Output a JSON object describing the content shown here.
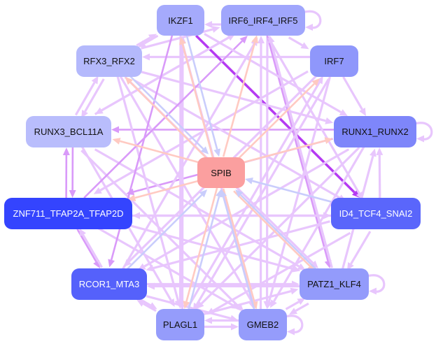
{
  "nodes": {
    "IKZF1": {
      "label": "IKZF1",
      "color": "#a5aafc"
    },
    "IRF6": {
      "label": "IRF6_IRF4_IRF5",
      "color": "#a0a6fc"
    },
    "RFX3": {
      "label": "RFX3_RFX2",
      "color": "#b4b9fc"
    },
    "IRF7": {
      "label": "IRF7",
      "color": "#8f97fb"
    },
    "RUNX3": {
      "label": "RUNX3_BCL11A",
      "color": "#b9bdfc"
    },
    "RUNX1": {
      "label": "RUNX1_RUNX2",
      "color": "#7e86fa"
    },
    "SPIB": {
      "label": "SPIB",
      "color": "#fb9f9f"
    },
    "ZNF711": {
      "label": "ZNF711_TFAP2A_TFAP2D",
      "color": "#3444fe"
    },
    "ID4": {
      "label": "ID4_TCF4_SNAI2",
      "color": "#5a66fb"
    },
    "RCOR1": {
      "label": "RCOR1_MTA3",
      "color": "#5561fb"
    },
    "PATZ1": {
      "label": "PATZ1_KLF4",
      "color": "#939bfb"
    },
    "PLAGL1": {
      "label": "PLAGL1",
      "color": "#959cfb"
    },
    "GMEB2": {
      "label": "GMEB2",
      "color": "#959cfb"
    }
  },
  "edge_colors": {
    "l": "#e8c6fd",
    "m": "#d99af9",
    "d": "#b53af2",
    "p": "#ffcac2",
    "b": "#c9cdfc"
  },
  "edges": [
    [
      "IRF6",
      "IKZF1",
      "l"
    ],
    [
      "IKZF1",
      "RFX3",
      "l"
    ],
    [
      "RFX3",
      "IKZF1",
      "l"
    ],
    [
      "IRF6",
      "IRF7",
      "l"
    ],
    [
      "IRF7",
      "RFX3",
      "l"
    ],
    [
      "RFX3",
      "IRF6",
      "l"
    ],
    [
      "RUNX3",
      "IRF6",
      "l"
    ],
    [
      "IKZF1",
      "ID4",
      "d"
    ],
    [
      "RUNX1",
      "RUNX3",
      "m"
    ],
    [
      "RUNX1",
      "ZNF711",
      "m"
    ],
    [
      "RFX3",
      "RUNX3",
      "l"
    ],
    [
      "RUNX3",
      "RFX3",
      "l"
    ],
    [
      "IRF7",
      "RUNX1",
      "l"
    ],
    [
      "RFX3",
      "RUNX1",
      "l"
    ],
    [
      "RFX3",
      "ID4",
      "l"
    ],
    [
      "RUNX3",
      "ZNF711",
      "m"
    ],
    [
      "ZNF711",
      "RUNX3",
      "m"
    ],
    [
      "ZNF711",
      "RCOR1",
      "m"
    ],
    [
      "RCOR1",
      "ZNF711",
      "l"
    ],
    [
      "ID4",
      "RUNX1",
      "l"
    ],
    [
      "ID4",
      "PATZ1",
      "l"
    ],
    [
      "RCOR1",
      "PLAGL1",
      "l"
    ],
    [
      "PLAGL1",
      "RCOR1",
      "l"
    ],
    [
      "PLAGL1",
      "GMEB2",
      "l"
    ],
    [
      "GMEB2",
      "PLAGL1",
      "l"
    ],
    [
      "PATZ1",
      "GMEB2",
      "l"
    ],
    [
      "GMEB2",
      "PATZ1",
      "l"
    ],
    [
      "IKZF1",
      "PLAGL1",
      "l"
    ],
    [
      "PLAGL1",
      "IKZF1",
      "l"
    ],
    [
      "IKZF1",
      "GMEB2",
      "l"
    ],
    [
      "IRF6",
      "GMEB2",
      "l"
    ],
    [
      "GMEB2",
      "IRF6",
      "l"
    ],
    [
      "IRF6",
      "PATZ1",
      "m"
    ],
    [
      "PATZ1",
      "IRF6",
      "l"
    ],
    [
      "IRF6",
      "ID4",
      "l"
    ],
    [
      "IRF7",
      "PLAGL1",
      "l"
    ],
    [
      "PLAGL1",
      "IRF7",
      "l"
    ],
    [
      "IRF7",
      "GMEB2",
      "l"
    ],
    [
      "IRF7",
      "RCOR1",
      "l"
    ],
    [
      "IRF7",
      "ZNF711",
      "l"
    ],
    [
      "RFX3",
      "PLAGL1",
      "l"
    ],
    [
      "RFX3",
      "GMEB2",
      "l"
    ],
    [
      "RFX3",
      "PATZ1",
      "l"
    ],
    [
      "RUNX3",
      "PATZ1",
      "l"
    ],
    [
      "RUNX3",
      "GMEB2",
      "l"
    ],
    [
      "RUNX3",
      "PLAGL1",
      "l"
    ],
    [
      "RUNX1",
      "RCOR1",
      "l"
    ],
    [
      "RUNX1",
      "PLAGL1",
      "l"
    ],
    [
      "RUNX1",
      "GMEB2",
      "l"
    ],
    [
      "PATZ1",
      "RUNX1",
      "l"
    ],
    [
      "ZNF711",
      "PATZ1",
      "l"
    ],
    [
      "ZNF711",
      "GMEB2",
      "l"
    ],
    [
      "ZNF711",
      "IRF6",
      "m"
    ],
    [
      "ZNF711",
      "ID4",
      "l"
    ],
    [
      "ID4",
      "RCOR1",
      "l"
    ],
    [
      "ID4",
      "PLAGL1",
      "l"
    ],
    [
      "ID4",
      "ZNF711",
      "l"
    ],
    [
      "RCOR1",
      "PATZ1",
      "l"
    ],
    [
      "RCOR1",
      "GMEB2",
      "l"
    ],
    [
      "RCOR1",
      "IRF6",
      "l"
    ],
    [
      "PLAGL1",
      "PATZ1",
      "l"
    ],
    [
      "PATZ1",
      "RCOR1",
      "l"
    ],
    [
      "IKZF1",
      "RUNX1",
      "l"
    ],
    [
      "IRF6",
      "RUNX3",
      "l"
    ],
    [
      "IKZF1",
      "RCOR1",
      "m"
    ],
    [
      "SPIB",
      "IKZF1",
      "p"
    ],
    [
      "SPIB",
      "IRF6",
      "p"
    ],
    [
      "SPIB",
      "RFX3",
      "p"
    ],
    [
      "SPIB",
      "IRF7",
      "p"
    ],
    [
      "SPIB",
      "RUNX3",
      "p"
    ],
    [
      "SPIB",
      "RUNX1",
      "p"
    ],
    [
      "SPIB",
      "ZNF711",
      "p"
    ],
    [
      "SPIB",
      "PLAGL1",
      "p"
    ],
    [
      "SPIB",
      "GMEB2",
      "p"
    ],
    [
      "SPIB",
      "PATZ1",
      "p"
    ],
    [
      "RFX3",
      "SPIB",
      "b"
    ],
    [
      "IKZF1",
      "SPIB",
      "b"
    ],
    [
      "ID4",
      "SPIB",
      "b"
    ],
    [
      "RCOR1",
      "SPIB",
      "b"
    ],
    [
      "PLAGL1",
      "SPIB",
      "b"
    ],
    [
      "GMEB2",
      "SPIB",
      "b"
    ],
    [
      "PATZ1",
      "SPIB",
      "b"
    ]
  ],
  "self_loops": [
    "IRF6",
    "RUNX1",
    "PATZ1",
    "GMEB2"
  ]
}
